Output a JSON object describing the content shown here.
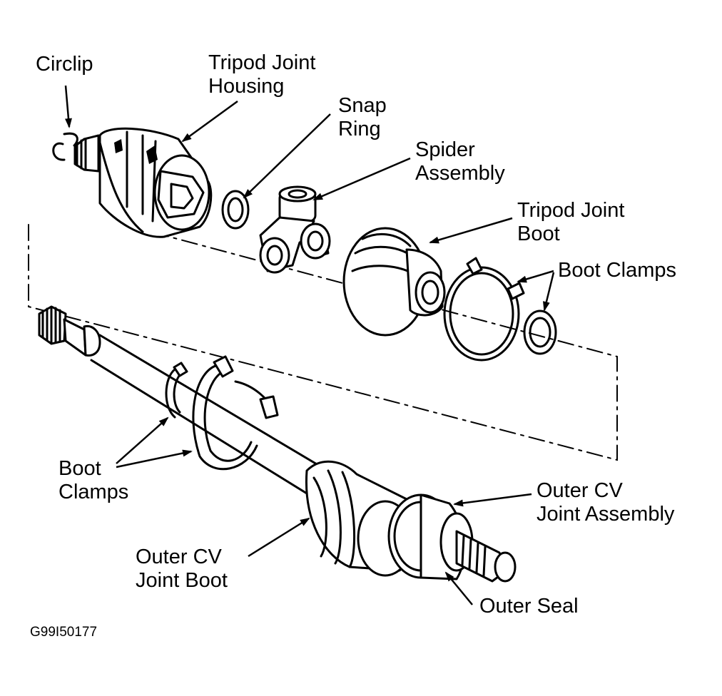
{
  "labels": {
    "circlip": "Circlip",
    "tripod_housing_1": "Tripod Joint",
    "tripod_housing_2": "Housing",
    "snap_ring_1": "Snap",
    "snap_ring_2": "Ring",
    "spider_1": "Spider",
    "spider_2": "Assembly",
    "tripod_boot_1": "Tripod Joint",
    "tripod_boot_2": "Boot",
    "boot_clamps_upper": "Boot Clamps",
    "boot_clamps_lower_1": "Boot",
    "boot_clamps_lower_2": "Clamps",
    "outer_cv_assembly_1": "Outer CV",
    "outer_cv_assembly_2": "Joint Assembly",
    "outer_cv_boot_1": "Outer CV",
    "outer_cv_boot_2": "Joint Boot",
    "outer_seal": "Outer Seal"
  },
  "figure_code": "G99I50177"
}
